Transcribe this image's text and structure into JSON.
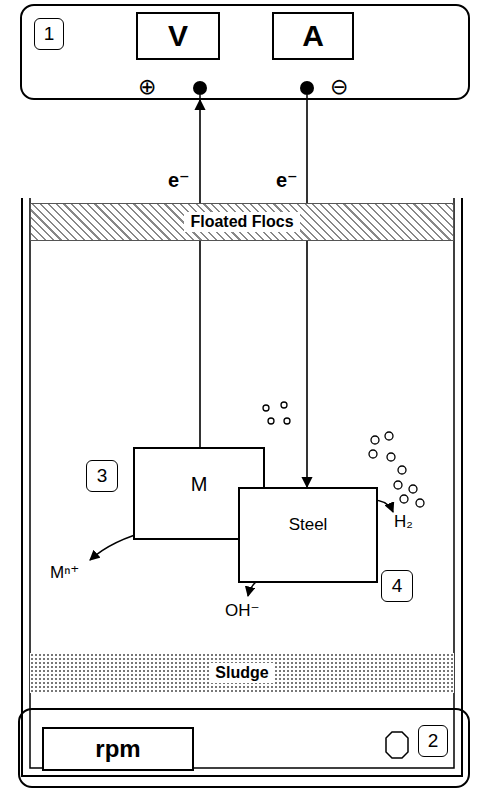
{
  "diagram": {
    "nodes": [
      {
        "text": [
          "1"
        ]
      },
      {
        "text": [
          "V"
        ],
        "in": 0
      },
      {
        "text": [
          "A"
        ],
        "in": 0
      },
      {
        "text": [
          "Floated Flocs"
        ]
      },
      {
        "text": [
          "M"
        ]
      },
      {
        "text": [
          "Steel"
        ]
      },
      {
        "text": [
          "Sludge"
        ]
      },
      {
        "text": [
          "2"
        ]
      },
      {
        "text": [
          "rpm"
        ],
        "in": 7
      }
    ],
    "edges": [
      {
        "from": 4,
        "to": 0,
        "arrow": "to"
      },
      {
        "from": 0,
        "to": 5,
        "arrow": "to"
      }
    ],
    "labels": [
      "⊕",
      "⊖",
      "e⁻",
      "e⁻",
      "3",
      "Mⁿ⁺",
      "H₂",
      "OH⁻",
      "4"
    ]
  }
}
